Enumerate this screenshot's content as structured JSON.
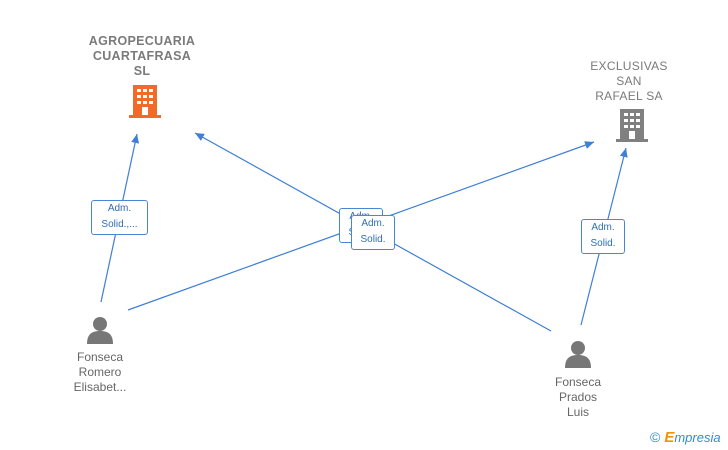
{
  "companies": [
    {
      "id": "agropecuaria",
      "name": "AGROPECUARIA\nCUARTAFRASA\nSL",
      "color": "#f26a2a",
      "highlighted": true
    },
    {
      "id": "exclusivas",
      "name": "EXCLUSIVAS\nSAN\nRAFAEL SA",
      "color": "#808080",
      "highlighted": false
    }
  ],
  "persons": [
    {
      "id": "elisabet",
      "name": "Fonseca\nRomero\nElisabet..."
    },
    {
      "id": "luis",
      "name": "Fonseca\nPrados\nLuis"
    }
  ],
  "relations": [
    {
      "from": "elisabet",
      "to": "agropecuaria",
      "role": "Adm.\nSolid.,..."
    },
    {
      "from": "elisabet",
      "to": "exclusivas",
      "role": "Adm.\nSolid."
    },
    {
      "from": "luis",
      "to": "agropecuaria",
      "role": "Adm.\nSolid."
    },
    {
      "from": "luis",
      "to": "exclusivas",
      "role": "Adm.\nSolid."
    }
  ],
  "colors": {
    "edge": "#3f7fd4",
    "person": "#777777"
  },
  "brand": {
    "copyright": "©",
    "e": "E",
    "rest": "mpresia"
  }
}
